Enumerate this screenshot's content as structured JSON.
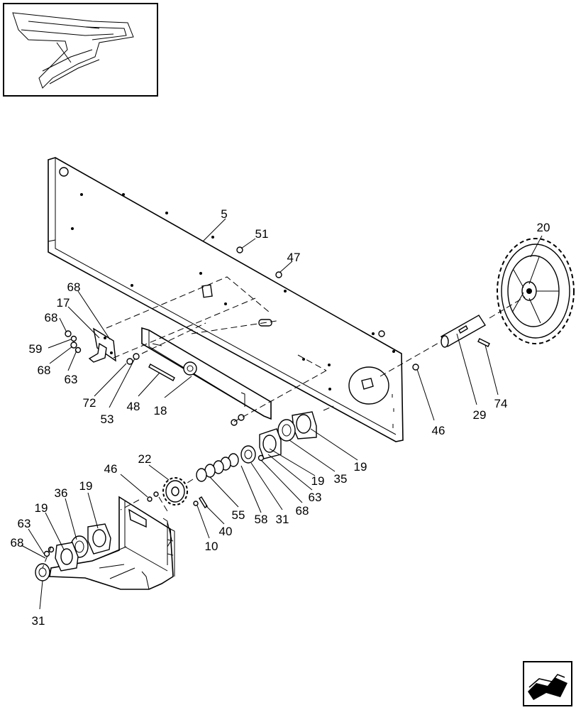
{
  "callouts": [
    "5",
    "51",
    "47",
    "20",
    "68",
    "17",
    "68",
    "59",
    "68",
    "63",
    "72",
    "53",
    "48",
    "18",
    "46",
    "29",
    "74",
    "19",
    "35",
    "19",
    "63",
    "68",
    "31",
    "58",
    "55",
    "40",
    "10",
    "22",
    "46",
    "36",
    "19",
    "19",
    "63",
    "68",
    "31"
  ]
}
